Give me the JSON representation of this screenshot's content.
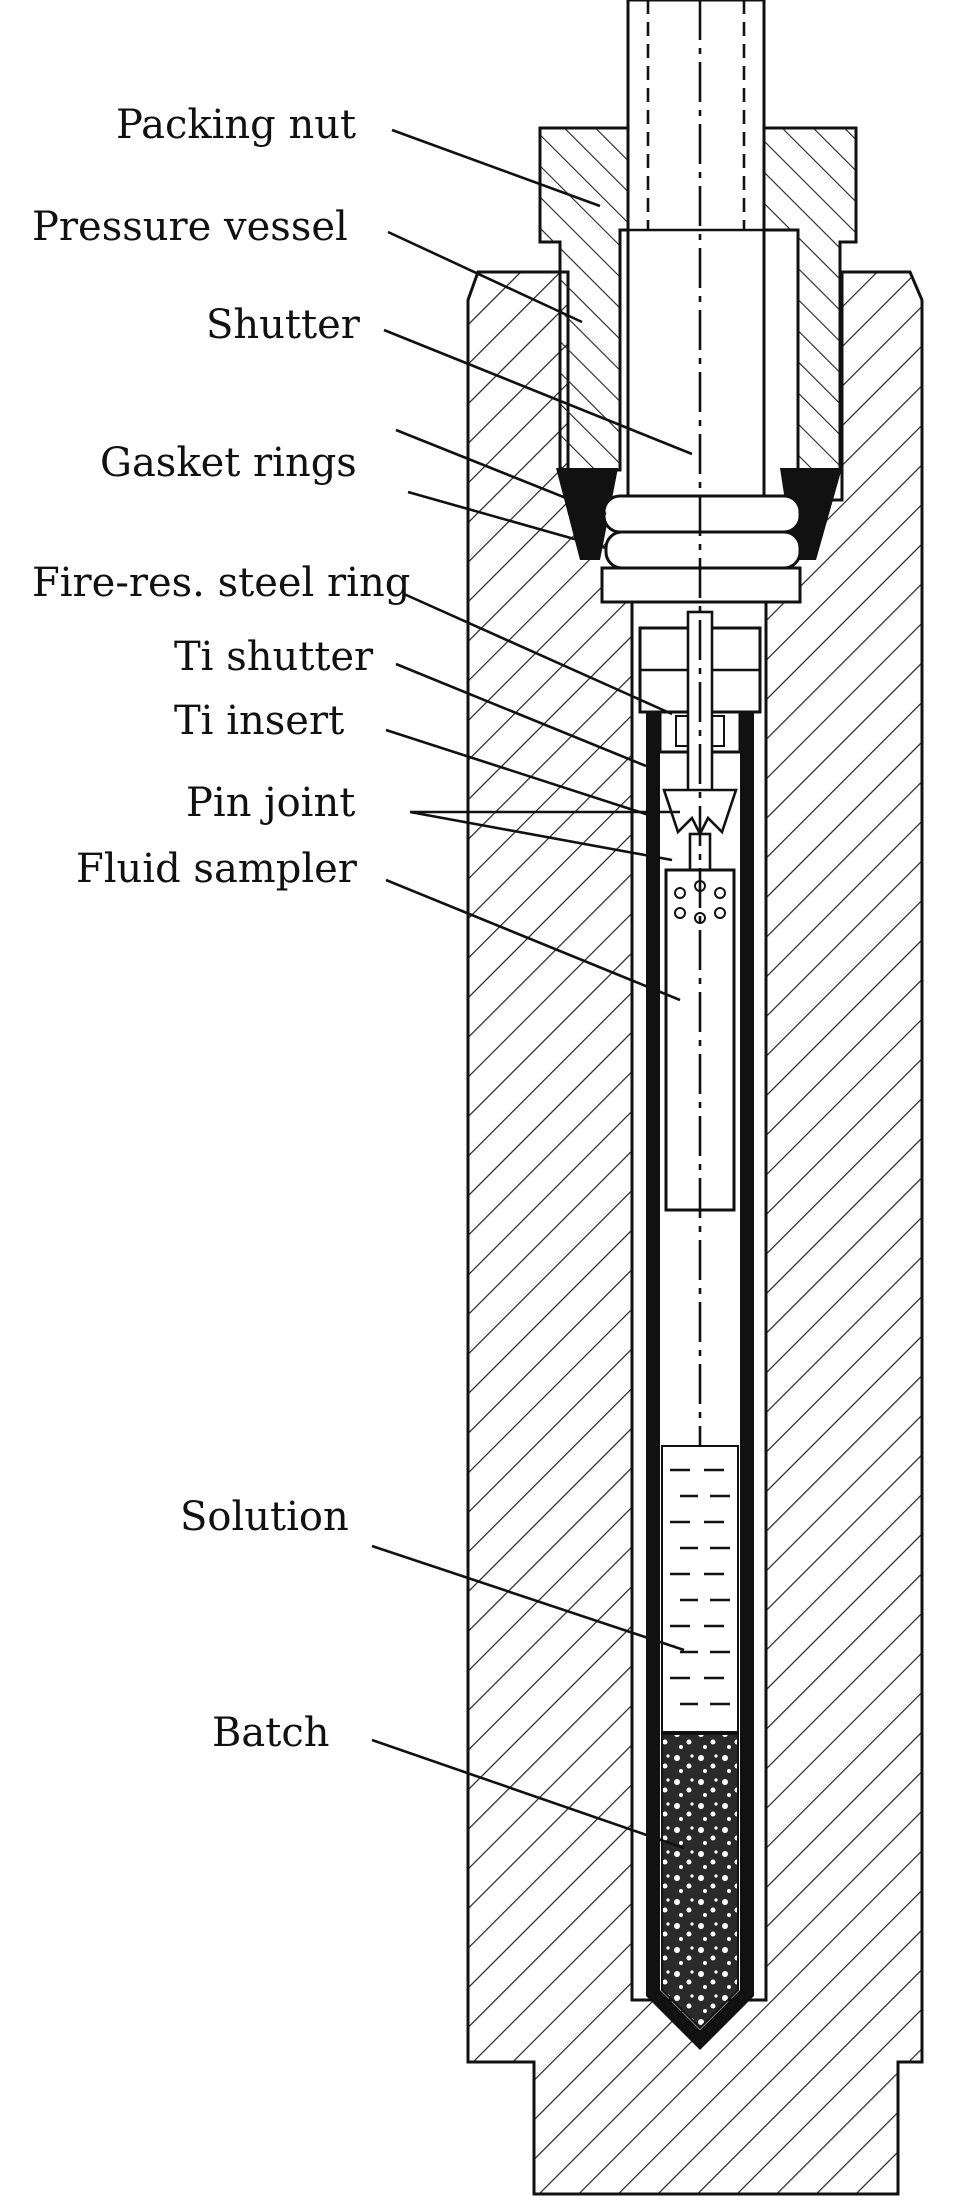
{
  "labels": {
    "packing_nut": "Packing nut",
    "pressure_vessel": "Pressure vessel",
    "shutter": "Shutter",
    "gasket_rings": "Gasket rings",
    "fire_res_steel_ring": "Fire-res. steel ring",
    "ti_shutter": "Ti shutter",
    "ti_insert": "Ti insert",
    "pin_joint": "Pin joint",
    "fluid_sampler": "Fluid sampler",
    "solution": "Solution",
    "batch": "Batch"
  }
}
